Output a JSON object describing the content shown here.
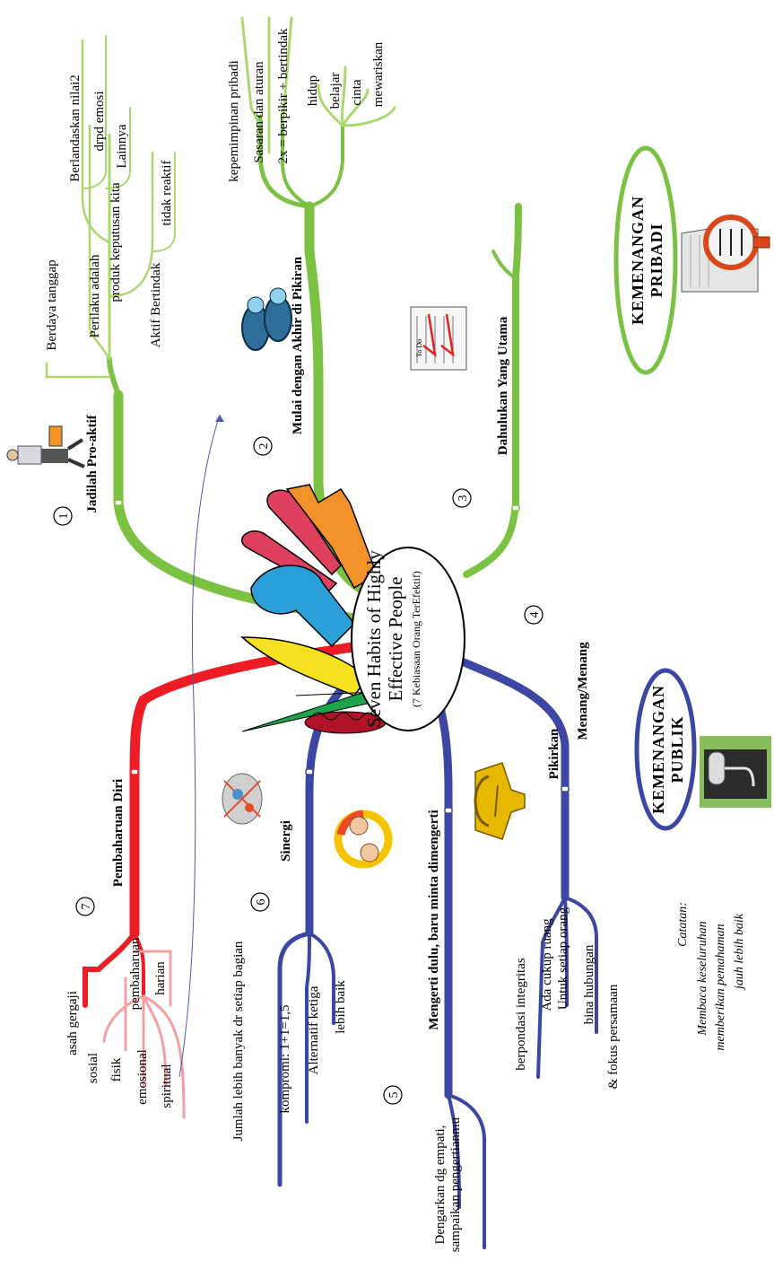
{
  "center": {
    "title_line1": "Seven Habits of Highly",
    "title_line2": "Effective People",
    "subtitle": "(7 Kebiasaan Orang TerEfektif)"
  },
  "colors": {
    "green": "#7cc242",
    "red": "#ee1c24",
    "blue": "#3b47a3",
    "light_red": "#f4a0a0",
    "light_green": "#a8d86e"
  },
  "habits": [
    {
      "number": "1",
      "title": "Jadilah Pro-aktif",
      "items": [
        "Berdaya tanggap",
        "Perilaku adalah",
        "produk keputusan kita",
        "Berlandaskan nilai2",
        "drpd emosi",
        "Lainnya",
        "Aktif Bertindak",
        "tidak reaktif"
      ]
    },
    {
      "number": "2",
      "title": "Mulai dengan Akhir di Pikiran",
      "items": [
        "kepemimpinan pribadi",
        "Sasaran dan aturan",
        "2x = berpikir + bertindak",
        "hidup",
        "belajar",
        "cinta",
        "mewariskan"
      ]
    },
    {
      "number": "3",
      "title": "Dahulukan Yang Utama",
      "icon_text": "To Do"
    },
    {
      "number": "4",
      "title": "Pikirkan",
      "title2": "Menang/Menang",
      "items": [
        "berpondasi integritas",
        "Ada cukup ruang",
        "Untuk setiap orang",
        "bina hubungan",
        "& fokus persamaan"
      ]
    },
    {
      "number": "5",
      "title": "Mengerti dulu, baru minta dimengerti",
      "items": [
        "Dengarkan dg empati,",
        "sampaikan pengertianmu"
      ]
    },
    {
      "number": "6",
      "title": "Sinergi",
      "items": [
        "Jumlah lebih banyak dr setiap bagian",
        "kompromi: 1+1=1,5",
        "Alternatif ketiga",
        "lebih baik"
      ]
    },
    {
      "number": "7",
      "title": "Pembaharuan Diri",
      "items": [
        "asah gergaji",
        "pembaharuan",
        "harian",
        "sosial",
        "fisik",
        "emosional",
        "spiritual"
      ]
    }
  ],
  "labels": {
    "kemenangan_pribadi_1": "KEMENANGAN",
    "kemenangan_pribadi_2": "PRIBADI",
    "kemenangan_publik_1": "KEMENANGAN",
    "kemenangan_publik_2": "PUBLIK"
  },
  "note": {
    "line1": "Catatan:",
    "line2": "Membaca keseluruhan",
    "line3": "memberikan pemahaman",
    "line4": "jauh lebih baik"
  }
}
